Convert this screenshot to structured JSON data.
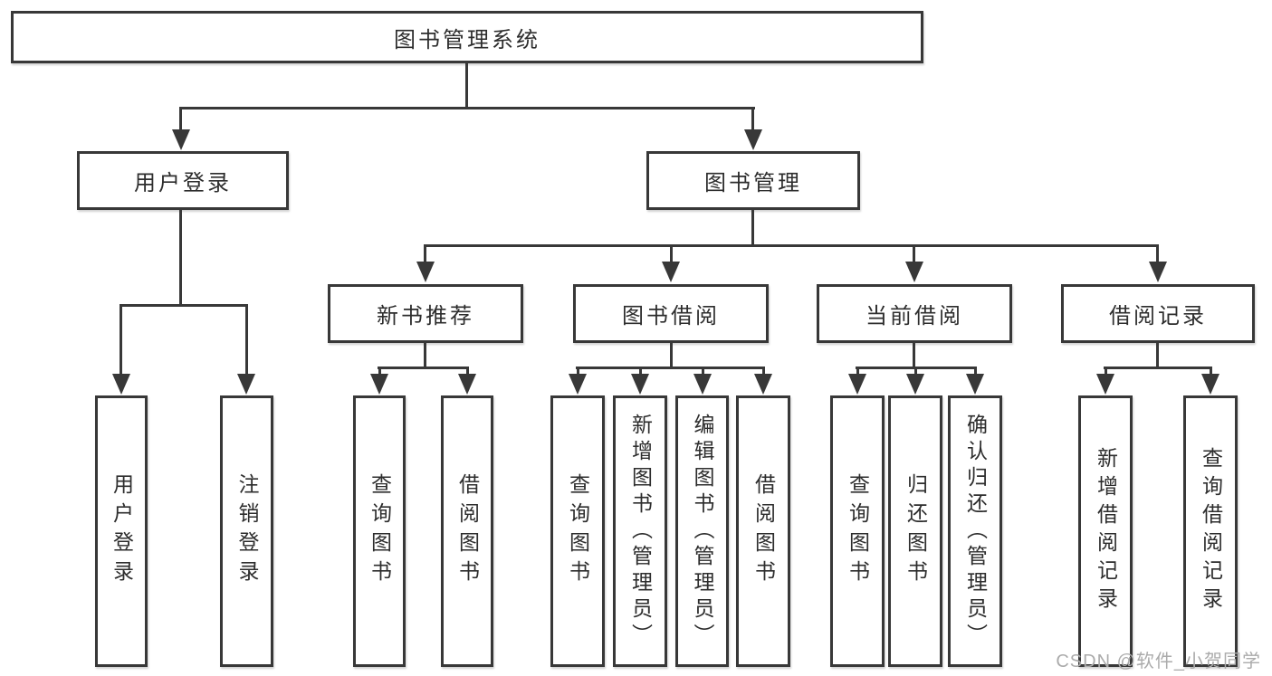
{
  "colors": {
    "line": "#383838",
    "text": "#2d2d2d",
    "bg": "#ffffff",
    "watermark": "#ababab"
  },
  "watermark": "CSDN @软件_小贺同学",
  "chart_data": {
    "type": "tree-diagram",
    "title": "图书管理系统"
  },
  "tree": {
    "label": "图书管理系统",
    "children": [
      {
        "label": "用户登录",
        "children": [
          {
            "label": "用户登录"
          },
          {
            "label": "注销登录"
          }
        ]
      },
      {
        "label": "图书管理",
        "children": [
          {
            "label": "新书推荐",
            "children": [
              {
                "label": "查询图书"
              },
              {
                "label": "借阅图书"
              }
            ]
          },
          {
            "label": "图书借阅",
            "children": [
              {
                "label": "查询图书"
              },
              {
                "label": "新增图书（管理员）"
              },
              {
                "label": "编辑图书（管理员）"
              },
              {
                "label": "借阅图书"
              }
            ]
          },
          {
            "label": "当前借阅",
            "children": [
              {
                "label": "查询图书"
              },
              {
                "label": "归还图书"
              },
              {
                "label": "确认归还（管理员）"
              }
            ]
          },
          {
            "label": "借阅记录",
            "children": [
              {
                "label": "新增借阅记录"
              },
              {
                "label": "查询借阅记录"
              }
            ]
          }
        ]
      }
    ]
  }
}
